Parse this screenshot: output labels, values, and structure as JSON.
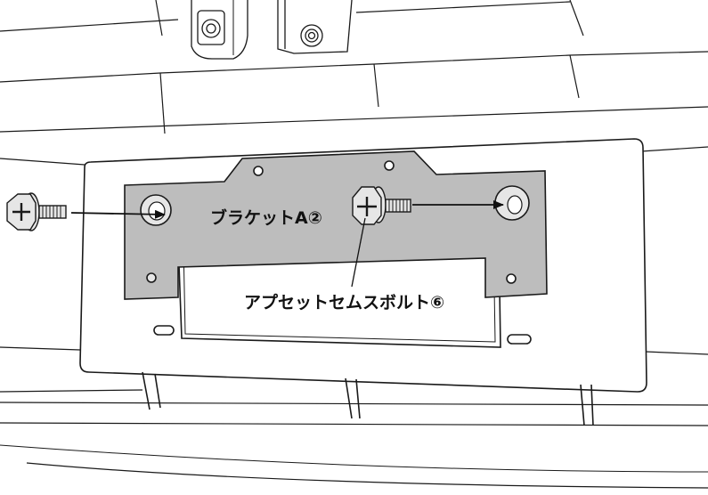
{
  "labels": {
    "bracket": "ブラケットA②",
    "bolt": "アプセットセムスボルト⑥"
  },
  "colors": {
    "line": "#1a1a1a",
    "bracket_fill": "#bdbdbd",
    "part_fill": "#e6e6e6",
    "background": "#ffffff"
  },
  "icons": {
    "bolt": "hex-flange-bolt-phillips",
    "arrow": "insertion-arrow"
  }
}
